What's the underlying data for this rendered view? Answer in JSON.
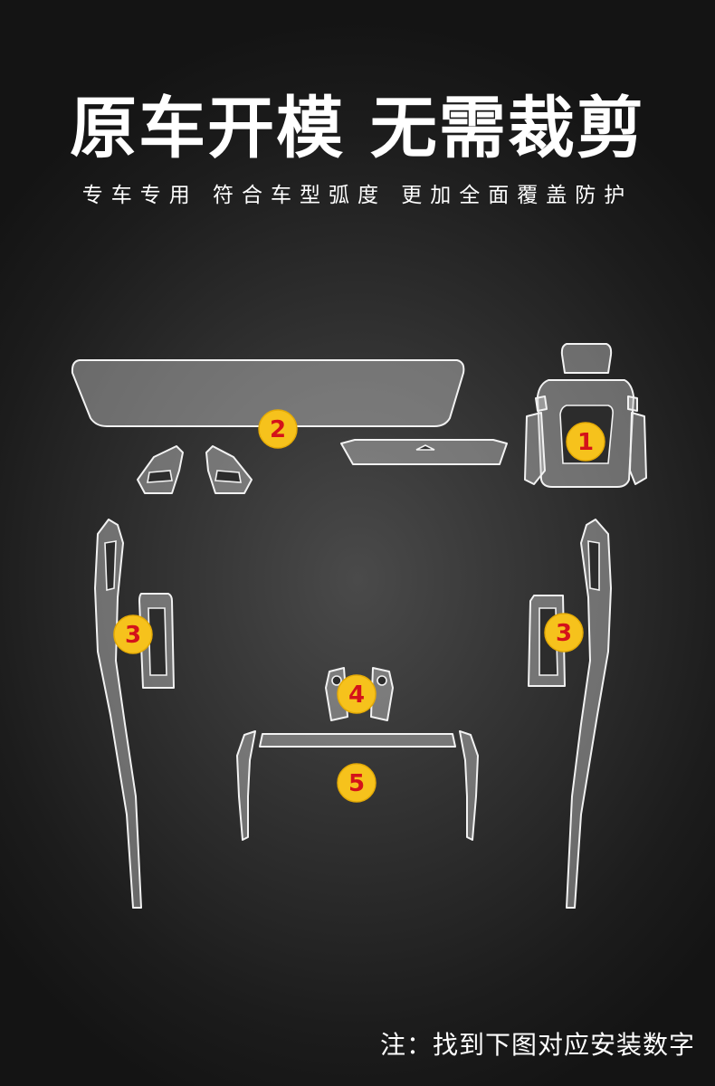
{
  "header": {
    "title": "原车开模 无需裁剪",
    "subtitle": "专车专用 符合车型弧度 更加全面覆盖防护"
  },
  "parts": [
    {
      "id": "1",
      "label": "1"
    },
    {
      "id": "2",
      "label": "2"
    },
    {
      "id": "3-left",
      "label": "3"
    },
    {
      "id": "3-right",
      "label": "3"
    },
    {
      "id": "4",
      "label": "4"
    },
    {
      "id": "5",
      "label": "5"
    }
  ],
  "footer": {
    "note": "注：找到下图对应安装数字"
  },
  "colors": {
    "background": "#1c1c1c",
    "badge": "#f6c21c",
    "badge_number": "#d4121a",
    "text": "#ffffff"
  }
}
